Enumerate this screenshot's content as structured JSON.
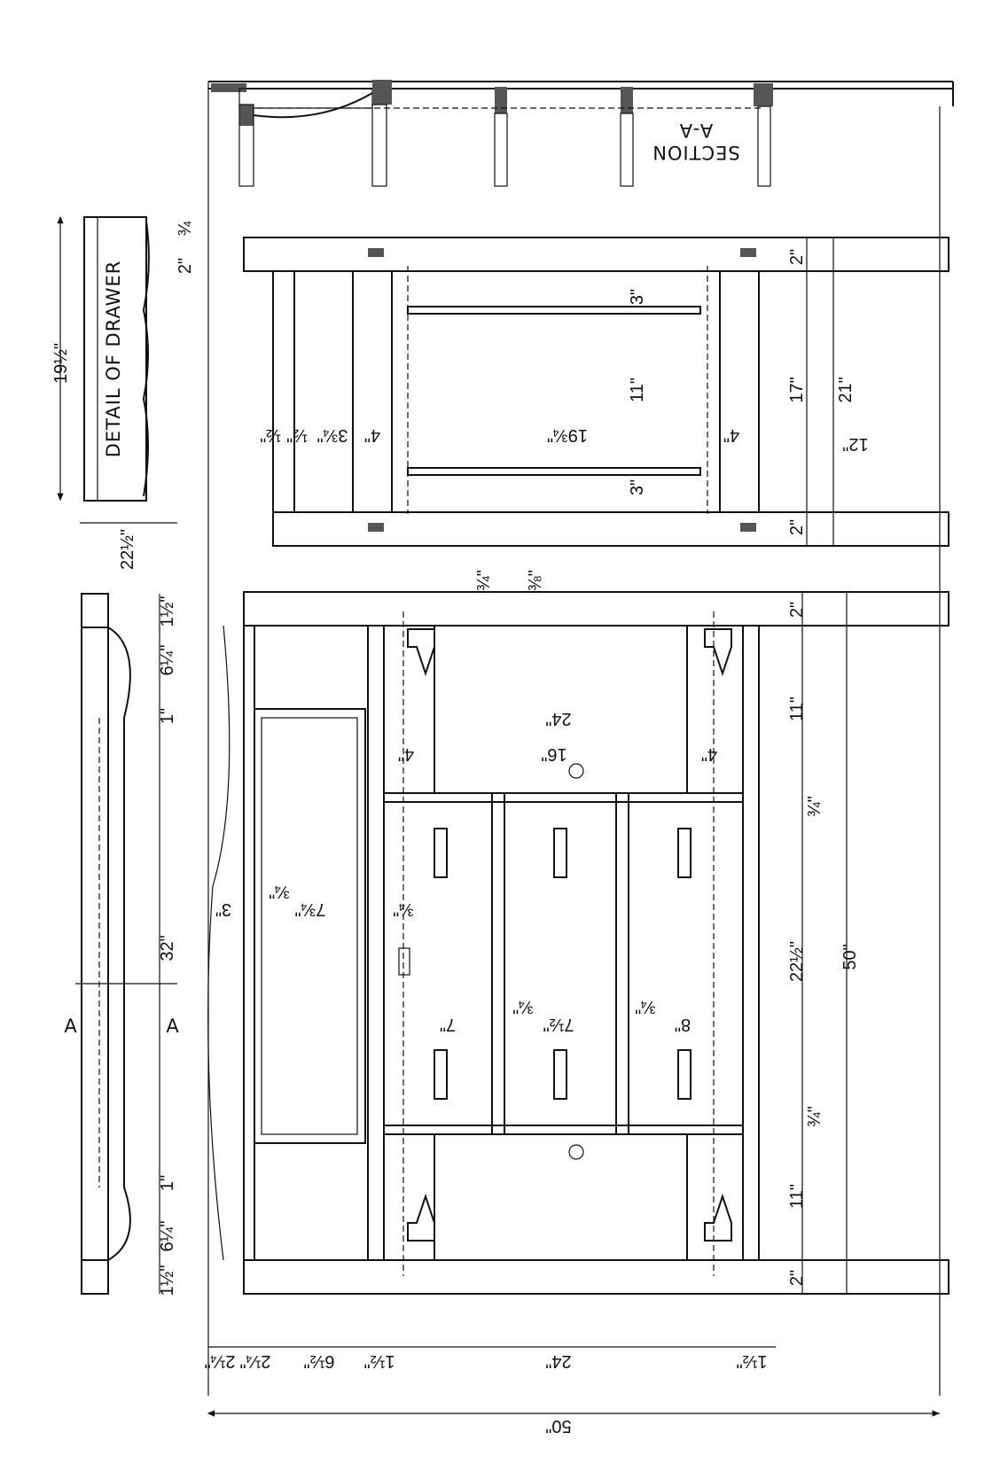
{
  "labels": {
    "detail_of_drawer": "DETAIL OF DRAWER",
    "section": "SECTION",
    "section_mark": "A-A",
    "cut_a": "A"
  },
  "drawer_detail": {
    "length": "19½\"",
    "width": "22½\"",
    "top_thickness": "¾",
    "apron": "2\""
  },
  "end_view": {
    "top_2": "2\"",
    "bottom_2": "2\"",
    "mid_17": "17\"",
    "total_21": "21\"",
    "total_12": "12\"",
    "span_19_3_4": "19¾\"",
    "span_11": "11\"",
    "r3a": "3\"",
    "r3b": "3\"",
    "w4a": "4\"",
    "w4b": "4\"",
    "w3_3_4": "3¾\"",
    "w_half_a": "½\"",
    "w_half_b": "½\""
  },
  "top_view": {
    "h_1_1_2_top": "1½\"",
    "h_6_1_4_top": "6¼\"",
    "h_1_top": "1\"",
    "h_32": "32\"",
    "h_1_bottom": "1\"",
    "h_6_1_4_bottom": "6¼\"",
    "h_1_1_2_bottom": "1½\""
  },
  "front_view": {
    "thk_3_4": "¾\"",
    "thk_3_8": "⅜\"",
    "top_2": "2\"",
    "r11_top": "11\"",
    "d3_4_top": "¾\"",
    "d22_1_2": "22½\"",
    "d3_4_bottom": "¾\"",
    "r11_bottom": "11\"",
    "bottom_2": "2\"",
    "total_50": "50\"",
    "w24": "24\"",
    "w4_left": "4\"",
    "w16": "16\"",
    "w4_right": "4\"",
    "d3": "3\"",
    "d3_3_4": "¾\"",
    "d7_3_4": "7¾\"",
    "d3_4_b": "¾\"",
    "d7": "7\"",
    "d3_4_c": "¾\"",
    "d7_1_2": "7½\"",
    "d3_4_d": "¾\"",
    "d8": "8\""
  },
  "bottom_dims": {
    "d2_1_4_a": "2¼\"",
    "d2_1_4_b": "2¼\"",
    "d6_1_2": "6½\"",
    "d1_1_2_a": "1½\"",
    "d24": "24\"",
    "d1_1_2_b": "1½\"",
    "d50": "50\""
  }
}
